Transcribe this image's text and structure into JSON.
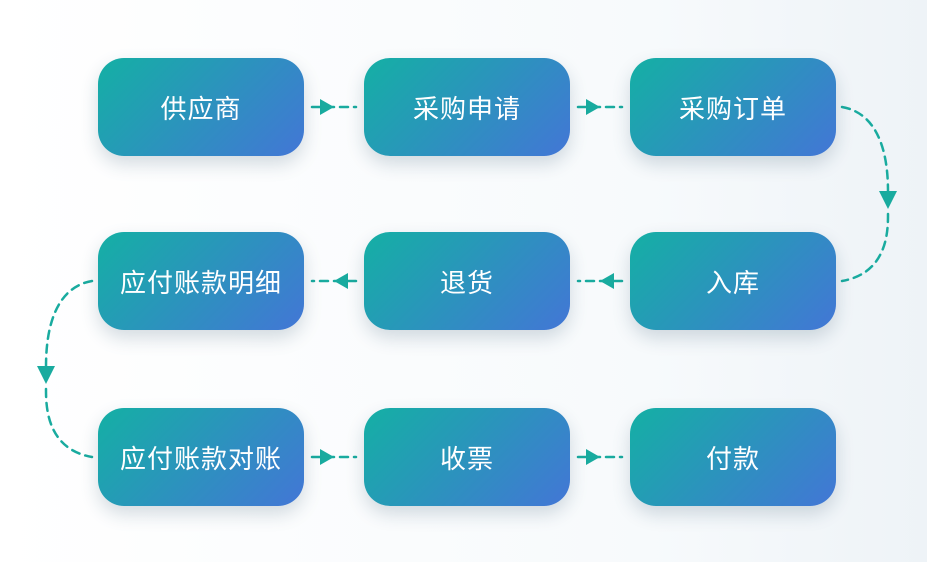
{
  "theme": {
    "node_gradient_start": "#14b0a4",
    "node_gradient_end": "#4376d6",
    "connector_color": "#19ab9f"
  },
  "flow": {
    "nodes": [
      {
        "id": "supplier",
        "label": "供应商"
      },
      {
        "id": "purchase-request",
        "label": "采购申请"
      },
      {
        "id": "purchase-order",
        "label": "采购订单"
      },
      {
        "id": "inbound",
        "label": "入库"
      },
      {
        "id": "return",
        "label": "退货"
      },
      {
        "id": "payable-detail",
        "label": "应付账款明细"
      },
      {
        "id": "payable-reconcile",
        "label": "应付账款对账"
      },
      {
        "id": "invoice-receipt",
        "label": "收票"
      },
      {
        "id": "payment",
        "label": "付款"
      }
    ],
    "edges": [
      [
        "supplier",
        "purchase-request"
      ],
      [
        "purchase-request",
        "purchase-order"
      ],
      [
        "purchase-order",
        "inbound"
      ],
      [
        "inbound",
        "return"
      ],
      [
        "return",
        "payable-detail"
      ],
      [
        "payable-detail",
        "payable-reconcile"
      ],
      [
        "payable-reconcile",
        "invoice-receipt"
      ],
      [
        "invoice-receipt",
        "payment"
      ]
    ]
  }
}
